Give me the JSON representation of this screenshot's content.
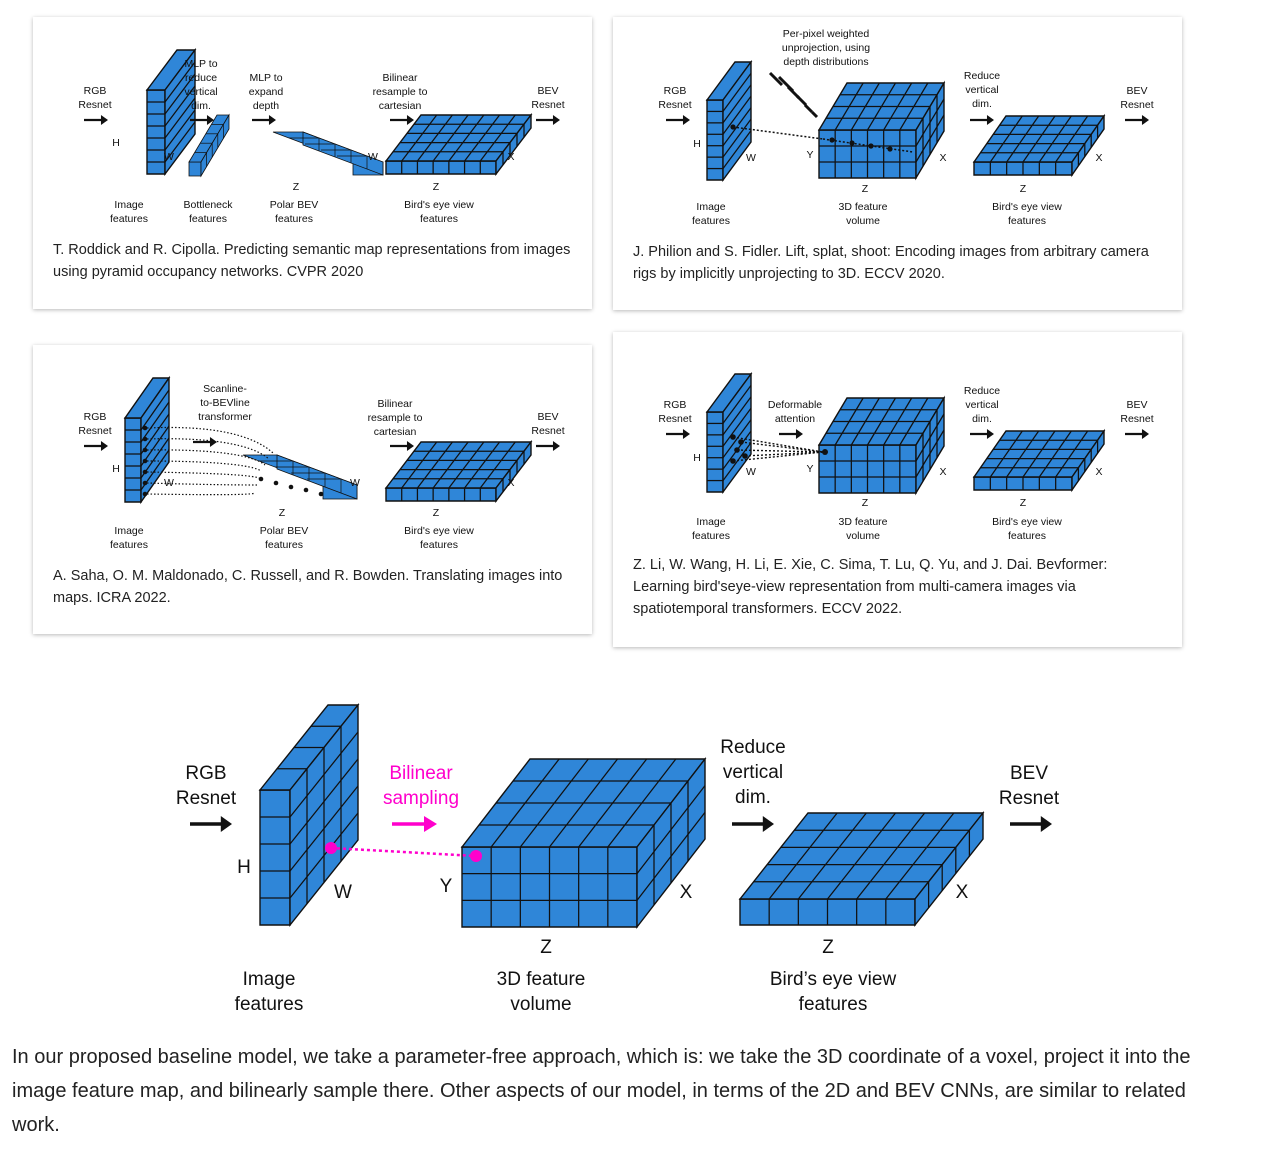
{
  "colors": {
    "block": "#2f86d8",
    "edge": "#111111",
    "accent": "#ff00cc"
  },
  "cards": [
    {
      "labels": {
        "in_rgb": "RGB",
        "in_resnet": "Resnet",
        "mlp1_a": "MLP to",
        "mlp1_b": "reduce",
        "mlp1_c": "vertical",
        "mlp1_d": "dim.",
        "mlp2_a": "MLP to",
        "mlp2_b": "expand",
        "mlp2_c": "depth",
        "bil_a": "Bilinear",
        "bil_b": "resample to",
        "bil_c": "cartesian",
        "out_bev": "BEV",
        "out_resnet": "Resnet",
        "H": "H",
        "W": "W",
        "W2": "W",
        "Z1": "Z",
        "Z2": "Z",
        "X": "X",
        "cap1_a": "Image",
        "cap1_b": "features",
        "cap2_a": "Bottleneck",
        "cap2_b": "features",
        "cap3_a": "Polar BEV",
        "cap3_b": "features",
        "cap4_a": "Bird's eye view",
        "cap4_b": "features"
      },
      "caption": "T. Roddick and R. Cipolla. Predicting semantic map representations from images using pyramid occupancy networks. CVPR 2020"
    },
    {
      "labels": {
        "in_rgb": "RGB",
        "in_resnet": "Resnet",
        "top_a": "Per-pixel weighted",
        "top_b": "unprojection, using",
        "top_c": "depth distributions",
        "red_a": "Reduce",
        "red_b": "vertical",
        "red_c": "dim.",
        "out_bev": "BEV",
        "out_resnet": "Resnet",
        "H": "H",
        "W": "W",
        "Y": "Y",
        "X1": "X",
        "X2": "X",
        "Z1": "Z",
        "Z2": "Z",
        "cap1_a": "Image",
        "cap1_b": "features",
        "cap2_a": "3D feature",
        "cap2_b": "volume",
        "cap3_a": "Bird's eye view",
        "cap3_b": "features"
      },
      "caption": "J. Philion and S. Fidler. Lift, splat, shoot: Encoding images from arbitrary camera rigs by implicitly unprojecting to 3D. ECCV 2020."
    },
    {
      "labels": {
        "in_rgb": "RGB",
        "in_resnet": "Resnet",
        "scan_a": "Scanline-",
        "scan_b": "to-BEVline",
        "scan_c": "transformer",
        "bil_a": "Bilinear",
        "bil_b": "resample to",
        "bil_c": "cartesian",
        "out_bev": "BEV",
        "out_resnet": "Resnet",
        "H": "H",
        "W": "W",
        "W2": "W",
        "Z1": "Z",
        "Z2": "Z",
        "X": "X",
        "cap1_a": "Image",
        "cap1_b": "features",
        "cap2_a": "Polar BEV",
        "cap2_b": "features",
        "cap3_a": "Bird's eye view",
        "cap3_b": "features"
      },
      "caption": "A. Saha, O. M. Maldonado, C. Russell, and R. Bowden. Translating images into maps. ICRA 2022."
    },
    {
      "labels": {
        "in_rgb": "RGB",
        "in_resnet": "Resnet",
        "def_a": "Deformable",
        "def_b": "attention",
        "red_a": "Reduce",
        "red_b": "vertical",
        "red_c": "dim.",
        "out_bev": "BEV",
        "out_resnet": "Resnet",
        "H": "H",
        "W": "W",
        "Y": "Y",
        "X1": "X",
        "X2": "X",
        "Z1": "Z",
        "Z2": "Z",
        "cap1_a": "Image",
        "cap1_b": "features",
        "cap2_a": "3D feature",
        "cap2_b": "volume",
        "cap3_a": "Bird's eye view",
        "cap3_b": "features"
      },
      "caption": "Z. Li, W. Wang, H. Li, E. Xie, C. Sima, T. Lu, Q. Yu, and J. Dai. Bevformer: Learning bird'seye-view representation from multi-camera images via spatiotemporal transformers. ECCV 2022."
    }
  ],
  "main": {
    "in_rgb": "RGB",
    "in_resnet": "Resnet",
    "bil_a": "Bilinear",
    "bil_b": "sampling",
    "red_a": "Reduce",
    "red_b": "vertical",
    "red_c": "dim.",
    "out_bev": "BEV",
    "out_resnet": "Resnet",
    "H": "H",
    "W": "W",
    "Y": "Y",
    "X1": "X",
    "X2": "X",
    "Z1": "Z",
    "Z2": "Z",
    "cap1_a": "Image",
    "cap1_b": "features",
    "cap2_a": "3D feature",
    "cap2_b": "volume",
    "cap3_a": "Bird’s eye view",
    "cap3_b": "features"
  },
  "paragraph": "In our proposed baseline model, we take a parameter-free approach, which is: we take the 3D coordinate of a voxel, project it into the image feature map, and bilinearly sample there. Other aspects of our model, in terms of the 2D and BEV CNNs, are similar to related work."
}
